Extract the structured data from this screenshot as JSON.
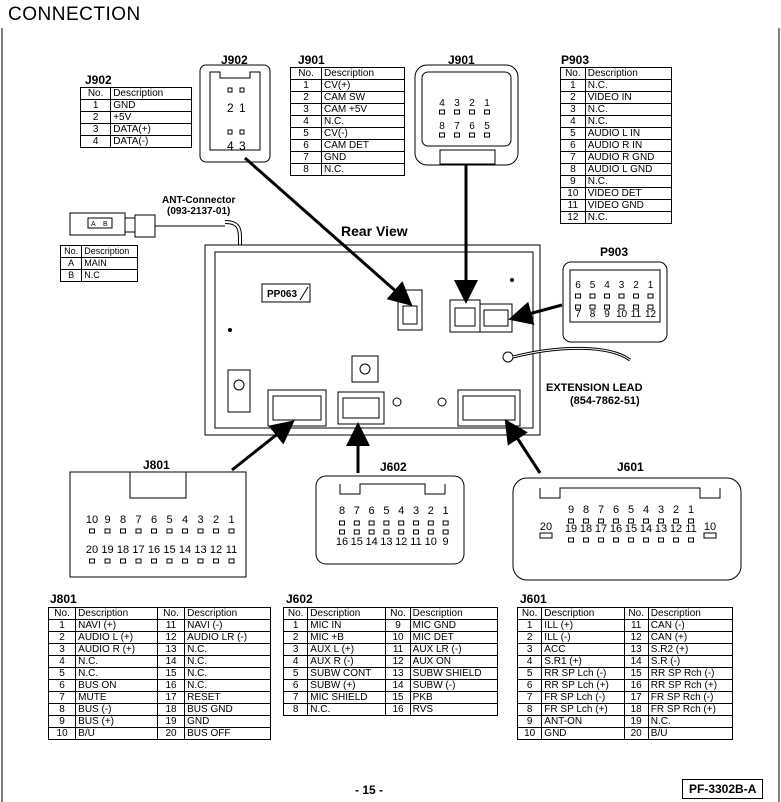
{
  "page_title": "CONNECTION",
  "rear_view_label": "Rear View",
  "ant_connector": {
    "label": "ANT-Connector",
    "part": "(093-2137-01)",
    "plug_a": "A",
    "plug_b": "B"
  },
  "extension_lead": {
    "label": "EXTENSION LEAD",
    "part": "(854-7862-51)"
  },
  "unit_plate_label": "PP063",
  "connector_labels": {
    "j902_top": "J902",
    "j901_top": "J901",
    "p903_top": "P903",
    "p903_mid": "P903",
    "j801_mid": "J801",
    "j602_mid": "J602",
    "j601_mid": "J601"
  },
  "j902_plug_pins": {
    "row1": [
      "2",
      "1"
    ],
    "row2": [
      "4",
      "3"
    ]
  },
  "j901_plug_pins": {
    "row1": [
      "4",
      "3",
      "2",
      "1"
    ],
    "row2": [
      "8",
      "7",
      "6",
      "5"
    ]
  },
  "p903_plug_pins": {
    "row1": [
      "6",
      "5",
      "4",
      "3",
      "2",
      "1"
    ],
    "row2": [
      "7",
      "8",
      "9",
      "10",
      "11",
      "12"
    ]
  },
  "j801_plug_pins": {
    "row1": [
      "10",
      "9",
      "8",
      "7",
      "6",
      "5",
      "4",
      "3",
      "2",
      "1"
    ],
    "row2": [
      "20",
      "19",
      "18",
      "17",
      "16",
      "15",
      "14",
      "13",
      "12",
      "11"
    ]
  },
  "j602_plug_pins": {
    "row1": [
      "8",
      "7",
      "6",
      "5",
      "4",
      "3",
      "2",
      "1"
    ],
    "row2": [
      "16",
      "15",
      "14",
      "13",
      "12",
      "11",
      "10",
      "9"
    ]
  },
  "j601_plug_pins": {
    "left": "20",
    "right": "10",
    "row1": [
      "9",
      "8",
      "7",
      "6",
      "5",
      "4",
      "3",
      "2",
      "1"
    ],
    "row2": [
      "19",
      "18",
      "17",
      "16",
      "15",
      "14",
      "13",
      "12",
      "11"
    ]
  },
  "tables": {
    "j902": {
      "title": "J902",
      "hdr_no": "No.",
      "hdr_desc": "Description",
      "rows": [
        [
          "1",
          "GND"
        ],
        [
          "2",
          "+5V"
        ],
        [
          "3",
          "DATA(+)"
        ],
        [
          "4",
          "DATA(-)"
        ]
      ]
    },
    "j901": {
      "hdr_no": "No.",
      "hdr_desc": "Description",
      "rows": [
        [
          "1",
          "CV(+)"
        ],
        [
          "2",
          "CAM SW"
        ],
        [
          "3",
          "CAM +5V"
        ],
        [
          "4",
          "N.C."
        ],
        [
          "5",
          "CV(-)"
        ],
        [
          "6",
          "CAM DET"
        ],
        [
          "7",
          "GND"
        ],
        [
          "8",
          "N.C."
        ]
      ]
    },
    "p903": {
      "hdr_no": "No.",
      "hdr_desc": "Description",
      "rows": [
        [
          "1",
          "N.C."
        ],
        [
          "2",
          "VIDEO IN"
        ],
        [
          "3",
          "N.C."
        ],
        [
          "4",
          "N.C."
        ],
        [
          "5",
          "AUDIO L IN"
        ],
        [
          "6",
          "AUDIO R IN"
        ],
        [
          "7",
          "AUDIO R GND"
        ],
        [
          "8",
          "AUDIO L GND"
        ],
        [
          "9",
          "N.C."
        ],
        [
          "10",
          "VIDEO DET"
        ],
        [
          "11",
          "VIDEO GND"
        ],
        [
          "12",
          "N.C."
        ]
      ]
    },
    "ant": {
      "hdr_no": "No.",
      "hdr_desc": "Description",
      "rows": [
        [
          "A",
          "MAIN"
        ],
        [
          "B",
          "N.C"
        ]
      ]
    },
    "j801": {
      "title": "J801",
      "hdr_no": "No.",
      "hdr_desc": "Description",
      "rows": [
        [
          "1",
          "NAVI (+)",
          "11",
          "NAVI (-)"
        ],
        [
          "2",
          "AUDIO L (+)",
          "12",
          "AUDIO LR (-)"
        ],
        [
          "3",
          "AUDIO R (+)",
          "13",
          "N.C."
        ],
        [
          "4",
          "N.C.",
          "14",
          "N.C."
        ],
        [
          "5",
          "N.C.",
          "15",
          "N.C."
        ],
        [
          "6",
          "BUS ON",
          "16",
          "N.C."
        ],
        [
          "7",
          "MUTE",
          "17",
          "RESET"
        ],
        [
          "8",
          "BUS (-)",
          "18",
          "BUS GND"
        ],
        [
          "9",
          "BUS (+)",
          "19",
          "GND"
        ],
        [
          "10",
          "B/U",
          "20",
          "BUS OFF"
        ]
      ]
    },
    "j602": {
      "title": "J602",
      "hdr_no": "No.",
      "hdr_desc": "Description",
      "rows": [
        [
          "1",
          "MIC IN",
          "9",
          "MIC GND"
        ],
        [
          "2",
          "MIC +B",
          "10",
          "MIC DET"
        ],
        [
          "3",
          "AUX L (+)",
          "11",
          "AUX LR (-)"
        ],
        [
          "4",
          "AUX R (-)",
          "12",
          "AUX ON"
        ],
        [
          "5",
          "SUBW CONT",
          "13",
          "SUBW SHIELD"
        ],
        [
          "6",
          "SUBW (+)",
          "14",
          "SUBW (-)"
        ],
        [
          "7",
          "MIC SHIELD",
          "15",
          "PKB"
        ],
        [
          "8",
          "N.C.",
          "16",
          "RVS"
        ]
      ]
    },
    "j601": {
      "title": "J601",
      "hdr_no": "No.",
      "hdr_desc": "Description",
      "rows": [
        [
          "1",
          "ILL (+)",
          "11",
          "CAN (-)"
        ],
        [
          "2",
          "ILL (-)",
          "12",
          "CAN (+)"
        ],
        [
          "3",
          "ACC",
          "13",
          "S.R2 (+)"
        ],
        [
          "4",
          "S.R1 (+)",
          "14",
          "S.R (-)"
        ],
        [
          "5",
          "RR SP Lch (-)",
          "15",
          "RR SP Rch (-)"
        ],
        [
          "6",
          "RR SP Lch (+)",
          "16",
          "RR SP Rch (+)"
        ],
        [
          "7",
          "FR SP Lch (-)",
          "17",
          "FR SP Rch (-)"
        ],
        [
          "8",
          "FR SP Lch (+)",
          "18",
          "FR SP Rch (+)"
        ],
        [
          "9",
          "ANT-ON",
          "19",
          "N.C."
        ],
        [
          "10",
          "GND",
          "20",
          "B/U"
        ]
      ]
    }
  },
  "footer": {
    "page_number": "- 15 -",
    "part_number": "PF-3302B-A"
  }
}
